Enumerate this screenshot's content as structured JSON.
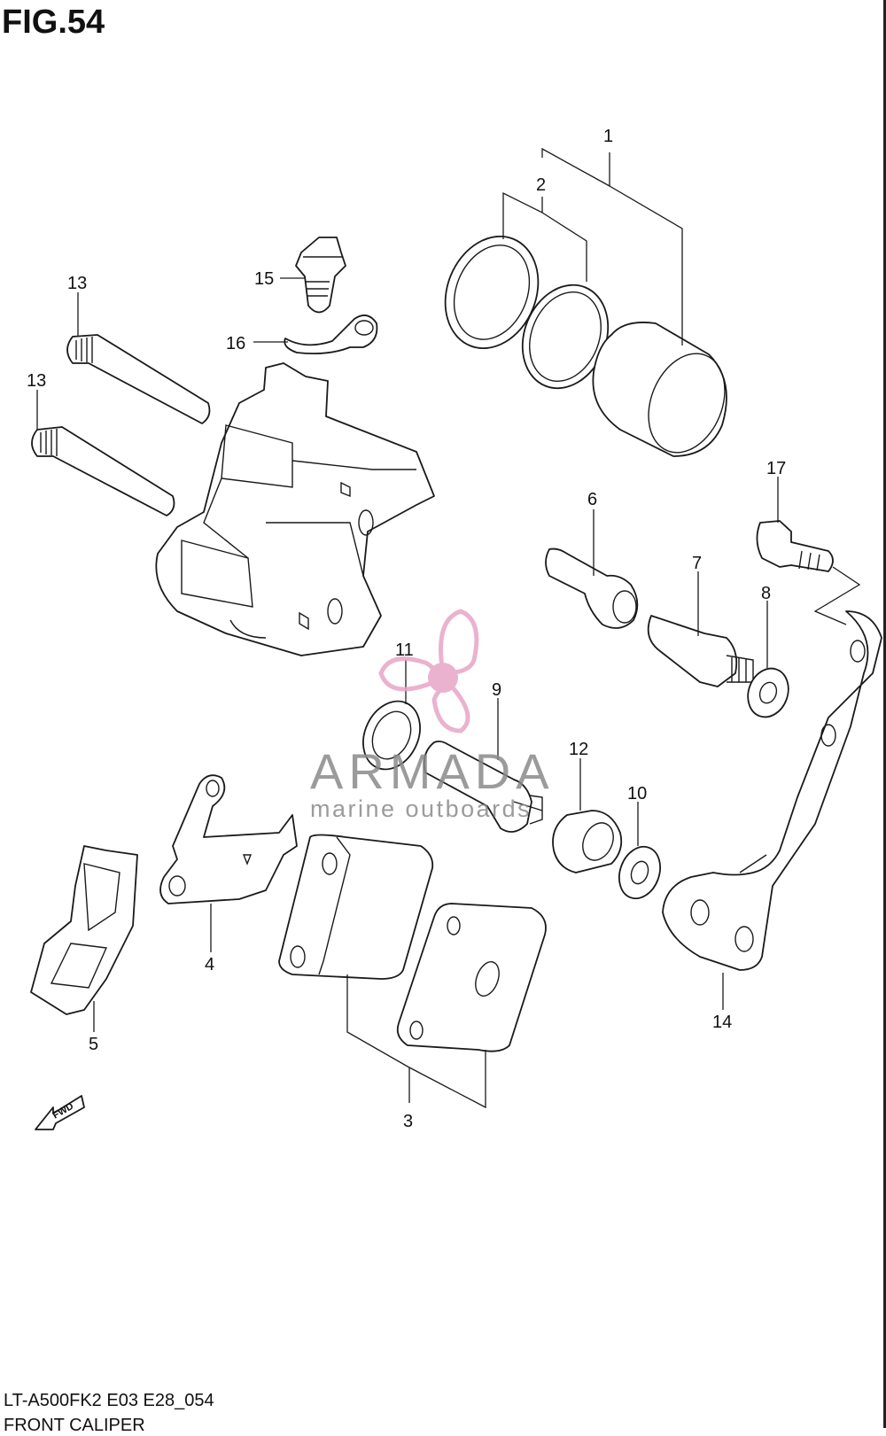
{
  "figure": {
    "title": "FIG.54",
    "model_code": "LT-A500FK2 E03 E28_054",
    "section_name": "FRONT CALIPER"
  },
  "callouts": [
    "1",
    "2",
    "3",
    "4",
    "5",
    "6",
    "7",
    "8",
    "9",
    "10",
    "11",
    "12",
    "13",
    "13",
    "14",
    "15",
    "16",
    "17"
  ],
  "direction_marker": "FWD",
  "watermark": {
    "brand": "ARMADA",
    "tagline": "marine outboards",
    "logo_color": "#e8a5c8",
    "text_color": "#8a8a8a"
  }
}
